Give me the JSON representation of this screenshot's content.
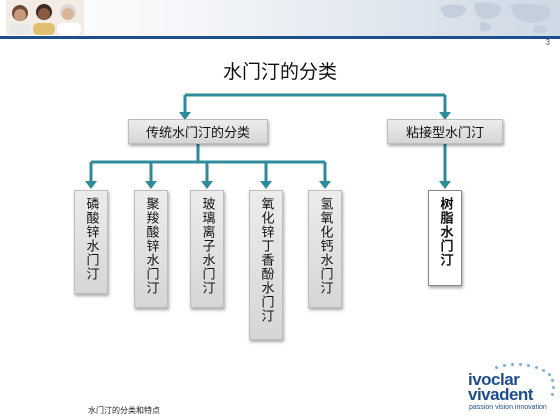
{
  "header": {
    "page_number": "3"
  },
  "title": "水门汀的分类",
  "diagram": {
    "level1": {
      "left": "传统水门汀的分类",
      "right": "粘接型水门汀"
    },
    "level2": [
      {
        "label": "磷酸锌水门汀",
        "parent": "传统水门汀的分类"
      },
      {
        "label": "聚羧酸锌水门汀",
        "parent": "传统水门汀的分类"
      },
      {
        "label": "玻璃离子水门汀",
        "parent": "传统水门汀的分类"
      },
      {
        "label": "氧化锌丁香酚水门汀",
        "parent": "传统水门汀的分类"
      },
      {
        "label": "氢氧化钙水门汀",
        "parent": "传统水门汀的分类"
      },
      {
        "label": "树脂水门汀",
        "parent": "粘接型水门汀"
      }
    ],
    "connector_color": "#2e8b9a"
  },
  "footer": {
    "text": "水门汀的分类和特点"
  },
  "logo": {
    "line1": "ivoclar",
    "line2": "vivadent",
    "tagline": "passion vision innovation"
  },
  "colors": {
    "header_rule": "#1f4e8c",
    "brand_blue": "#1f4e8c",
    "box_fill": "#e2e2e2"
  }
}
